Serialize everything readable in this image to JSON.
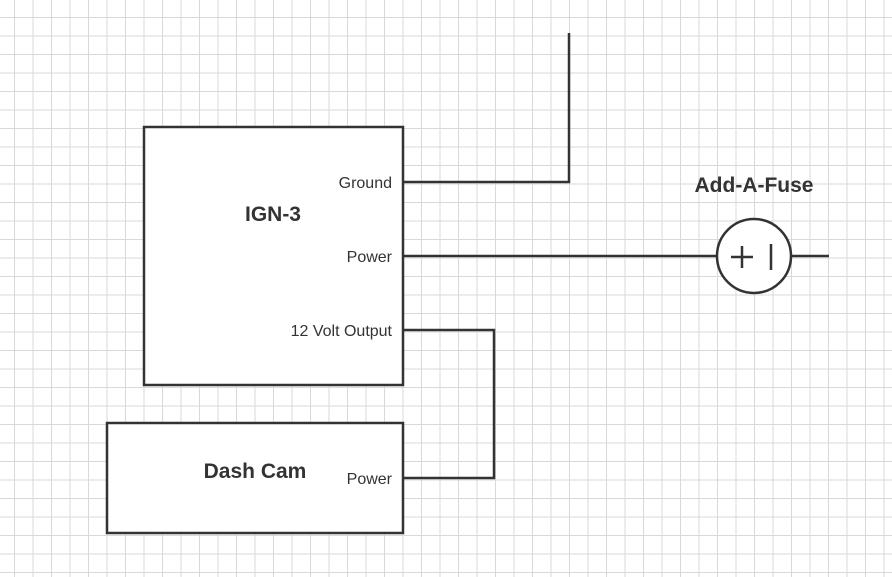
{
  "ign3": {
    "title": "IGN-3",
    "ports": {
      "ground": "Ground",
      "power": "Power",
      "output": "12 Volt Output"
    }
  },
  "dashcam": {
    "title": "Dash Cam",
    "ports": {
      "power": "Power"
    }
  },
  "fuse": {
    "label": "Add-A-Fuse"
  },
  "colors": {
    "stroke": "#333333",
    "grid": "#d9d9d9",
    "background": "#ffffff"
  }
}
